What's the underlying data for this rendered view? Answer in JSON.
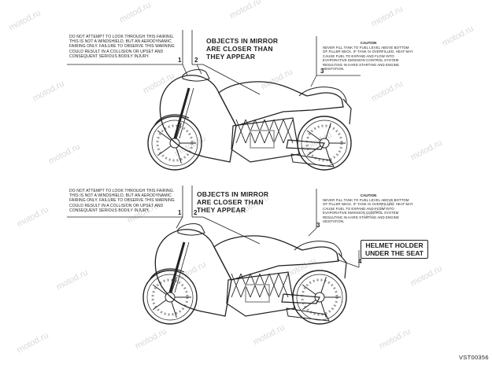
{
  "labels": {
    "top_warning": "DO NOT ATTEMPT TO LOOK THROUGH THIS FAIRING. THIS IS NOT A WINDSHIELD, BUT AN AERODYNAMIC FAIRING ONLY. FAILURE TO OBSERVE THIS WARNING COULD RESULT IN A COLLISION OR UPSET AND CONSEQUENT SERIOUS BODILY INJURY.",
    "top_mirror": "OBJECTS IN MIRROR ARE CLOSER THAN THEY APPEAR",
    "top_caution_head": "CAUTION",
    "top_caution": "NEVER FILL TANK TO FUEL LEVEL ABOVE BOTTOM OF FILLER NECK. IF TANK IS OVERFILLED, HEAT MAY CAUSE FUEL TO EXPAND AND FLOW INTO EVAPORATIVE EMISSION CONTROL SYSTEM RESULTING IN HARD STARTING AND ENGINE HESITATION.",
    "bottom_warning": "DO NOT ATTEMPT TO LOOK THROUGH THIS FAIRING. THIS IS NOT A WINDSHIELD, BUT AN AERODYNAMIC FAIRING ONLY. FAILURE TO OBSERVE THIS WARNING COULD RESULT IN A COLLISION OR UPSET AND CONSEQUENT SERIOUS BODILY INJURY.",
    "bottom_mirror": "OBJECTS IN MIRROR ARE CLOSER THAN THEY APPEAR",
    "bottom_caution_head": "CAUTION",
    "bottom_caution": "NEVER FILL TANK TO FUEL LEVEL ABOVE BOTTOM OF FILLER NECK. IF TANK IS OVERFILLED, HEAT MAY CAUSE FUEL TO EXPAND AND FLOW INTO EVAPORATIVE EMISSION CONTROL SYSTEM RESULTING IN HARD STARTING AND ENGINE HESITATION.",
    "helmet_holder": "HELMET HOLDER UNDER THE SEAT"
  },
  "callouts": {
    "top": [
      "1",
      "2",
      "3"
    ],
    "bottom": [
      "1",
      "2",
      "3",
      "4"
    ]
  },
  "figure_code": "VST00356",
  "watermark": "motod.ru",
  "colors": {
    "ink": "#222222",
    "shade": "#9a9a9a",
    "watermark": "#d8d8d8"
  }
}
